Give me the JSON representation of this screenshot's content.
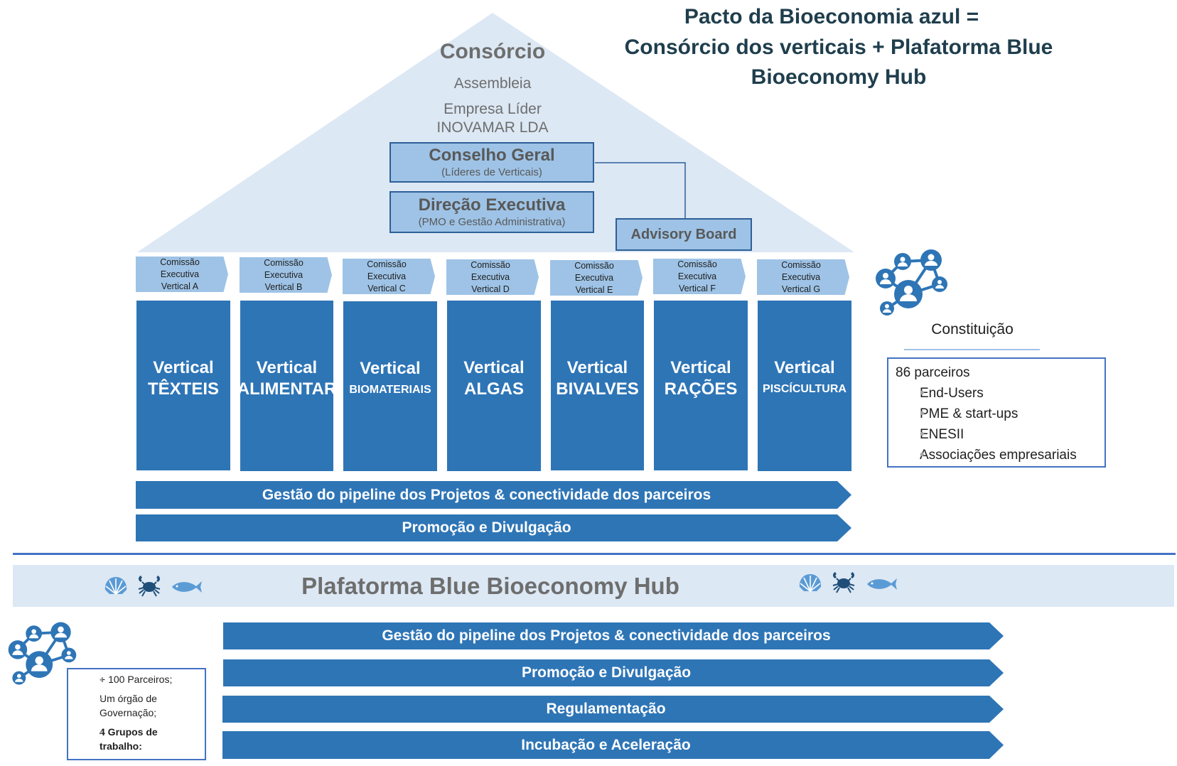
{
  "title": {
    "line1": "Pacto da Bioeconomia azul =",
    "line2": "Consórcio dos verticais + Plafatorma Blue",
    "line3": "Bioeconomy Hub"
  },
  "consortium": {
    "heading": "Consórcio",
    "assembly": "Assembleia",
    "lead_label": "Empresa Líder",
    "lead_company": "INOVAMAR LDA",
    "general_council": {
      "title": "Conselho Geral",
      "subtitle": "(Líderes de Verticais)"
    },
    "executive_direction": {
      "title": "Direção Executiva",
      "subtitle": "(PMO e Gestão Administrativa)"
    },
    "advisory_board": "Advisory Board"
  },
  "commissions": [
    {
      "line1": "Comissão",
      "line2": "Executiva",
      "line3": "Vertical A"
    },
    {
      "line1": "Comissão",
      "line2": "Executiva",
      "line3": "Vertical B"
    },
    {
      "line1": "Comissão",
      "line2": "Executiva",
      "line3": "Vertical C"
    },
    {
      "line1": "Comissão",
      "line2": "Executiva",
      "line3": "Vertical D"
    },
    {
      "line1": "Comissão",
      "line2": "Executiva",
      "line3": "Vertical E"
    },
    {
      "line1": "Comissão",
      "line2": "Executiva",
      "line3": "Vertical F"
    },
    {
      "line1": "Comissão",
      "line2": "Executiva",
      "line3": "Vertical G"
    }
  ],
  "verticals": [
    {
      "word": "Vertical",
      "name": "TÊXTEIS"
    },
    {
      "word": "Vertical",
      "name": "ALIMENTAR"
    },
    {
      "word": "Vertical",
      "name": "BIOMATERIAIS"
    },
    {
      "word": "Vertical",
      "name": "ALGAS"
    },
    {
      "word": "Vertical",
      "name": "BIVALVES"
    },
    {
      "word": "Vertical",
      "name": "RAÇÕES"
    },
    {
      "word": "Vertical",
      "name": "PISCÍCULTURA"
    }
  ],
  "consortium_bars": [
    "Gestão do pipeline dos Projetos & conectividade dos parceiros",
    "Promoção e Divulgação"
  ],
  "constitution": {
    "label": "Constituição",
    "partners": "86 parceiros",
    "items": [
      "End-Users",
      "PME & start-ups",
      "ENESII",
      "Associações empresariais"
    ]
  },
  "hub": {
    "title": "Plafatorma Blue Bioeconomy Hub",
    "bars": [
      "Gestão do pipeline dos Projetos & conectividade dos parceiros",
      "Promoção e Divulgação",
      "Regulamentação",
      "Incubação e Aceleração"
    ],
    "info": [
      {
        "text": "+ 100 Parceiros;"
      },
      {
        "text": "Um órgão de Governação;"
      },
      {
        "text": "4 Grupos de trabalho:"
      }
    ]
  },
  "icons": [
    "network-icon",
    "shell-icon",
    "crab-icon",
    "fish-icon"
  ],
  "colors": {
    "primary_blue": "#2e75b6",
    "light_blue": "#9ec3e6",
    "roof": "#dce8f4",
    "title": "#1f3e4d"
  }
}
